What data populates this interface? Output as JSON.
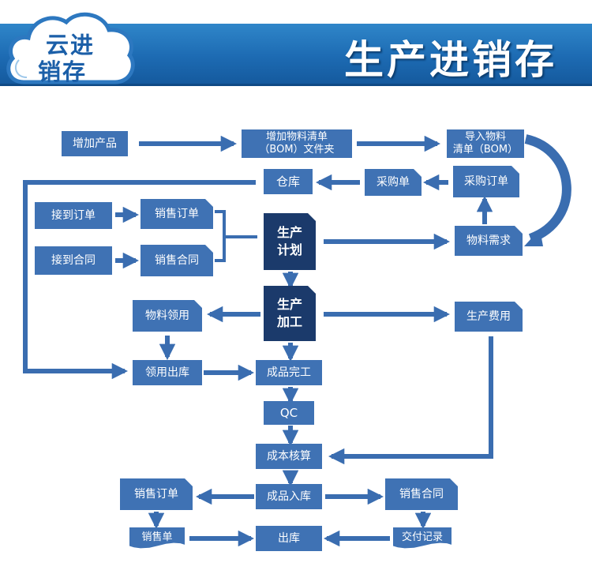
{
  "header": {
    "title": "生产进销存",
    "logo_line1": "云进",
    "logo_line2": "销存"
  },
  "colors": {
    "box": "#3f72b4",
    "dark_box": "#1b3a6b",
    "arrow": "#3a6db0",
    "banner": "#1d6bb3"
  },
  "nodes": {
    "add_product": "增加产品",
    "add_bom": "增加物料清单\n（BOM）文件夹",
    "import_bom": "导入物料\n清单（BOM）",
    "warehouse": "仓库",
    "purchase_slip": "采购单",
    "purchase_order": "采购订单",
    "receive_order": "接到订单",
    "sales_order_1": "销售订单",
    "production_plan": "生产\n计划",
    "material_demand": "物料需求",
    "receive_contract": "接到合同",
    "sales_contract_1": "销售合同",
    "material_requisition": "物料领用",
    "production_process": "生产\n加工",
    "production_cost": "生产费用",
    "issue_out": "领用出库",
    "product_complete": "成品完工",
    "qc": "QC",
    "cost_accounting": "成本核算",
    "product_inbound": "成品入库",
    "sales_order_2": "销售订单",
    "sales_contract_2": "销售合同",
    "sales_slip": "销售单",
    "outbound": "出库",
    "delivery_record": "交付记录"
  }
}
